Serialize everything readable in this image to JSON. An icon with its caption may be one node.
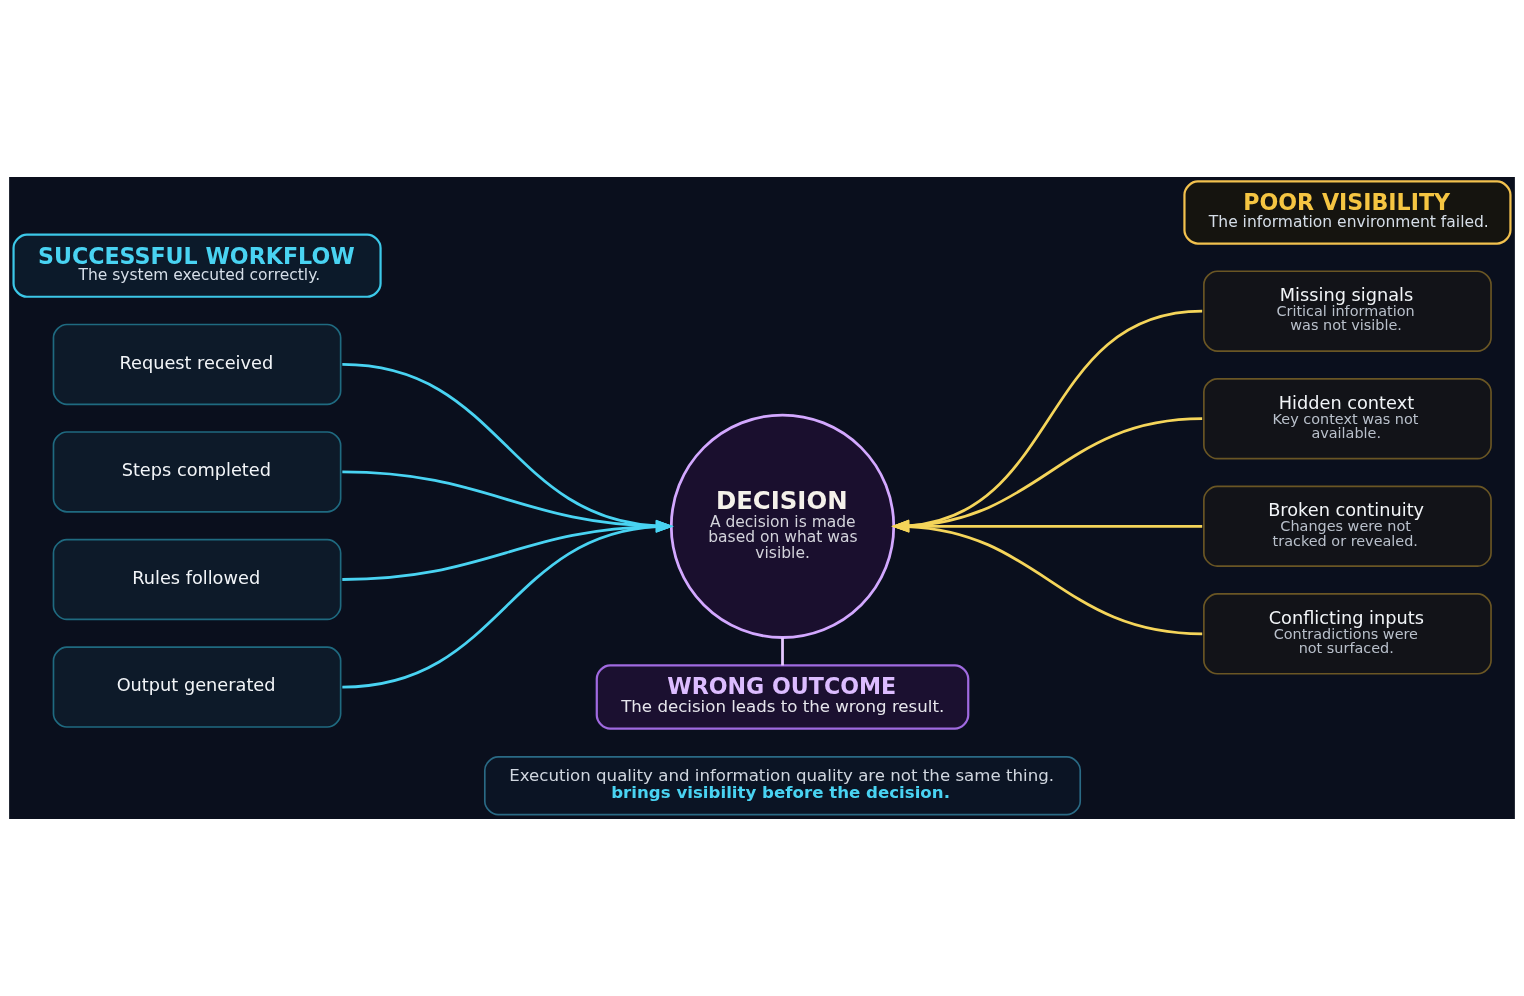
{
  "diagram": {
    "nodes": [
      {
        "text": [
          "SUCCESSFUL WORKFLOW",
          "The system executed correctly."
        ]
      },
      {
        "text": [
          "Request received"
        ]
      },
      {
        "text": [
          "Steps completed"
        ]
      },
      {
        "text": [
          "Rules followed"
        ]
      },
      {
        "text": [
          "Output generated"
        ]
      },
      {
        "text": [
          "POOR VISIBILITY",
          "The information environment failed."
        ]
      },
      {
        "text": [
          "Missing signals",
          "Critical information was not visible."
        ]
      },
      {
        "text": [
          "Hidden context",
          "Key context was not available."
        ]
      },
      {
        "text": [
          "Broken continuity",
          "Changes were not tracked or revealed."
        ]
      },
      {
        "text": [
          "Conflicting inputs",
          "Contradictions were not surfaced."
        ]
      },
      {
        "text": [
          "DECISION",
          "A decision is made based on what was visible."
        ]
      },
      {
        "text": [
          "WRONG OUTCOME",
          "The decision leads to the wrong result."
        ]
      },
      {
        "text": [
          "Execution quality and information quality are not the same thing.",
          "brings visibility before the decision."
        ]
      }
    ],
    "edges": [
      {
        "from": 1,
        "to": 10,
        "arrow": "to",
        "color": "#49d3f2"
      },
      {
        "from": 2,
        "to": 10,
        "arrow": "to",
        "color": "#49d3f2"
      },
      {
        "from": 3,
        "to": 10,
        "arrow": "to",
        "color": "#49d3f2"
      },
      {
        "from": 4,
        "to": 10,
        "arrow": "to",
        "color": "#49d3f2"
      },
      {
        "from": 6,
        "to": 10,
        "arrow": "to",
        "color": "#f5d55a"
      },
      {
        "from": 7,
        "to": 10,
        "arrow": "to",
        "color": "#f5d55a"
      },
      {
        "from": 8,
        "to": 10,
        "arrow": "to",
        "color": "#f5d55a"
      },
      {
        "from": 9,
        "to": 10,
        "arrow": "to",
        "color": "#f5d55a"
      },
      {
        "from": 10,
        "to": 11,
        "arrow": "none",
        "color": "#e6c8ff"
      }
    ]
  }
}
